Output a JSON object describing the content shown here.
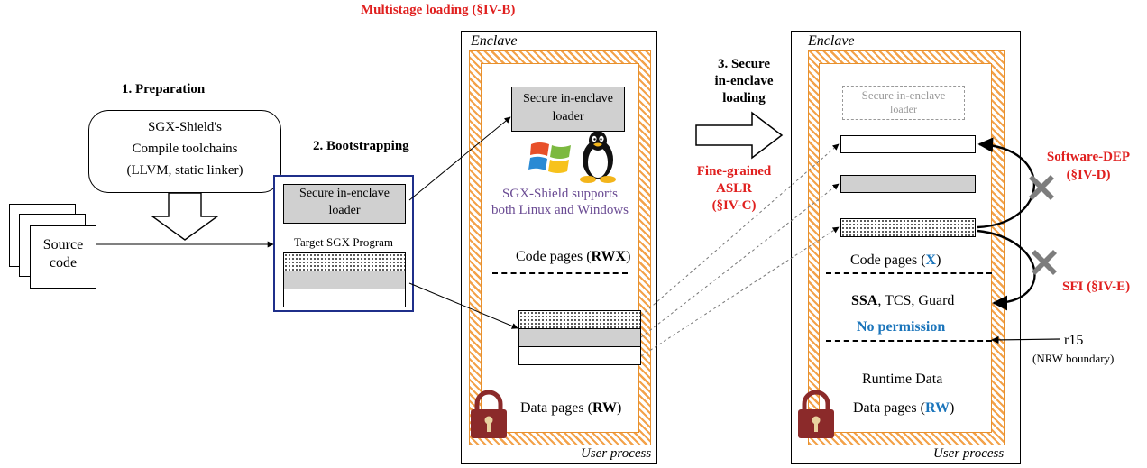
{
  "header": {
    "multistage": "Multistage loading (§IV-B)"
  },
  "source": {
    "line1": "Source",
    "line2": "code"
  },
  "preparation": {
    "step": "1. Preparation",
    "lines": [
      "SGX-Shield's",
      "Compile toolchains",
      "(LLVM, static linker)"
    ]
  },
  "bootstrapping": {
    "step": "2. Bootstrapping",
    "loader_line1": "Secure in-enclave",
    "loader_line2": "loader",
    "target": "Target SGX Program"
  },
  "left_process": {
    "enclave": "Enclave",
    "loader_line1": "Secure in-enclave",
    "loader_line2": "loader",
    "os_line1": "SGX-Shield supports",
    "os_line2": "both Linux and Windows",
    "code_pages_prefix": "Code pages (",
    "code_pages_perm": "RWX",
    "code_pages_suffix": ")",
    "data_pages_prefix": "Data pages (",
    "data_pages_perm": "RW",
    "data_pages_suffix": ")",
    "user_process": "User process"
  },
  "step3": {
    "lines": [
      "3. Secure",
      "in-enclave",
      "loading"
    ]
  },
  "aslr": {
    "lines": [
      "Fine-grained",
      "ASLR",
      "(§IV-C)"
    ]
  },
  "right_process": {
    "enclave": "Enclave",
    "loader_line1": "Secure in-enclave",
    "loader_line2": "loader",
    "code_pages_prefix": "Code pages (",
    "code_pages_perm": "X",
    "code_pages_suffix": ")",
    "ssa_bold": "SSA",
    "ssa_rest": ", TCS, Guard",
    "no_permission": "No permission",
    "runtime": "Runtime Data",
    "data_pages_prefix": "Data pages (",
    "data_pages_perm": "RW",
    "data_pages_suffix": ")",
    "user_process": "User process"
  },
  "annotations": {
    "software_dep_line1": "Software-DEP",
    "software_dep_line2": "(§IV-D)",
    "sfi": "SFI  (§IV-E)",
    "r15": "r15",
    "nrw": "(NRW boundary)"
  },
  "colors": {
    "red": "#e0201f",
    "blue": "#1b75bb",
    "hatch_orange": "#f3a24a",
    "lock": "#8b2a2a",
    "panel_border": "#1f2f8a"
  },
  "icons": [
    "windows-logo-icon",
    "linux-penguin-icon",
    "lock-icon",
    "cross-icon",
    "block-arrow-icon"
  ]
}
